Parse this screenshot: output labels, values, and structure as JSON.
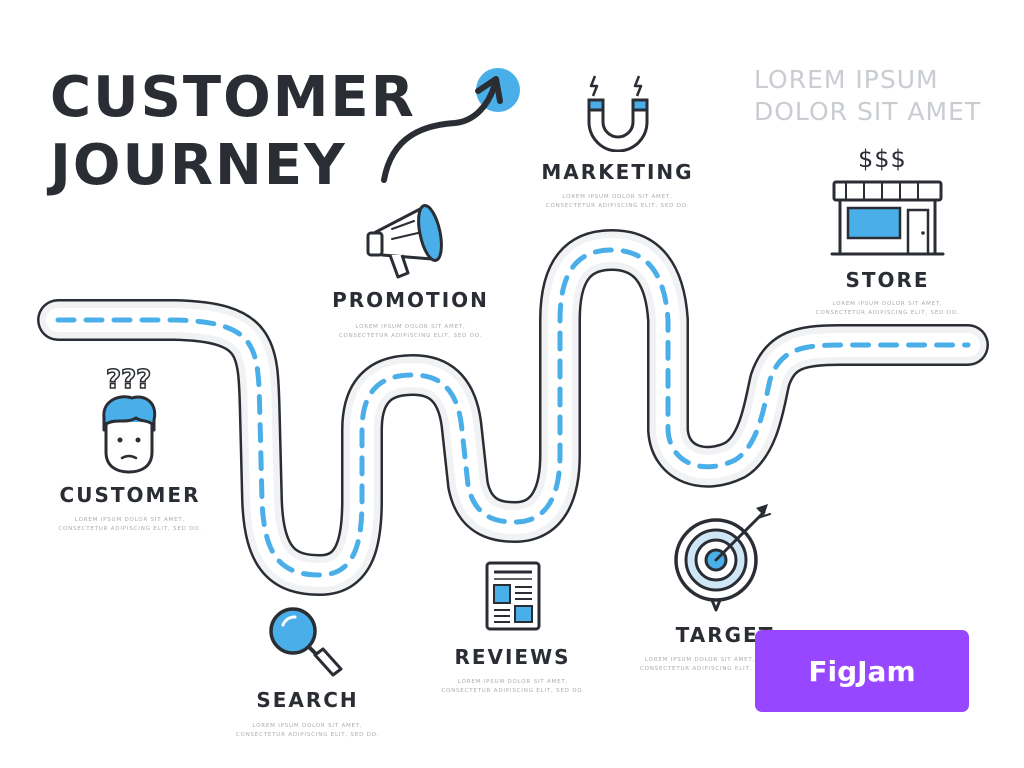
{
  "title": {
    "line1": "CUSTOMER",
    "line2": "JOURNEY"
  },
  "lorem": {
    "line1": "LOREM IPSUM",
    "line2": "DOLOR SIT AMET"
  },
  "stages": {
    "customer": {
      "label": "CUSTOMER",
      "desc1": "LOREM IPSUM DOLOR SIT AMET,",
      "desc2": "CONSECTETUR ADIPISCING ELIT, SED DO."
    },
    "promotion": {
      "label": "PROMOTION",
      "desc1": "LOREM IPSUM DOLOR SIT AMET,",
      "desc2": "CONSECTETUR ADIPISCING ELIT, SED DO."
    },
    "marketing": {
      "label": "MARKETING",
      "desc1": "LOREM IPSUM DOLOR SIT AMET,",
      "desc2": "CONSECTETUR ADIPISCING ELIT, SED DO."
    },
    "store": {
      "label": "STORE",
      "desc1": "LOREM IPSUM DOLOR SIT AMET,",
      "desc2": "CONSECTETUR ADIPISCING ELIT, SED DO."
    },
    "search": {
      "label": "SEARCH",
      "desc1": "LOREM IPSUM DOLOR SIT AMET,",
      "desc2": "CONSECTETUR ADIPISCING ELIT, SED DO."
    },
    "reviews": {
      "label": "REVIEWS",
      "desc1": "LOREM IPSUM DOLOR SIT AMET,",
      "desc2": "CONSECTETUR ADIPISCING ELIT, SED DO."
    },
    "target": {
      "label": "TARGET",
      "desc1": "LOREM IPSUM DOLOR SIT AMET,",
      "desc2": "CONSECTETUR ADIPISCING ELIT, SED DO."
    }
  },
  "icons": {
    "customer": "confused-person-icon",
    "promotion": "megaphone-icon",
    "marketing": "magnet-icon",
    "store": "storefront-icon",
    "search": "magnifier-icon",
    "reviews": "newspaper-icon",
    "target": "target-icon",
    "arrow": "growth-arrow-icon"
  },
  "store_symbols": "$$$",
  "badge": {
    "label": "FigJam"
  },
  "colors": {
    "dark": "#2a2e34",
    "accent": "#4aaee8",
    "light_accent": "#cfe6f6",
    "road_fill": "#f1f2f4",
    "muted": "#c9ccd0",
    "badge": "#9747ff"
  }
}
